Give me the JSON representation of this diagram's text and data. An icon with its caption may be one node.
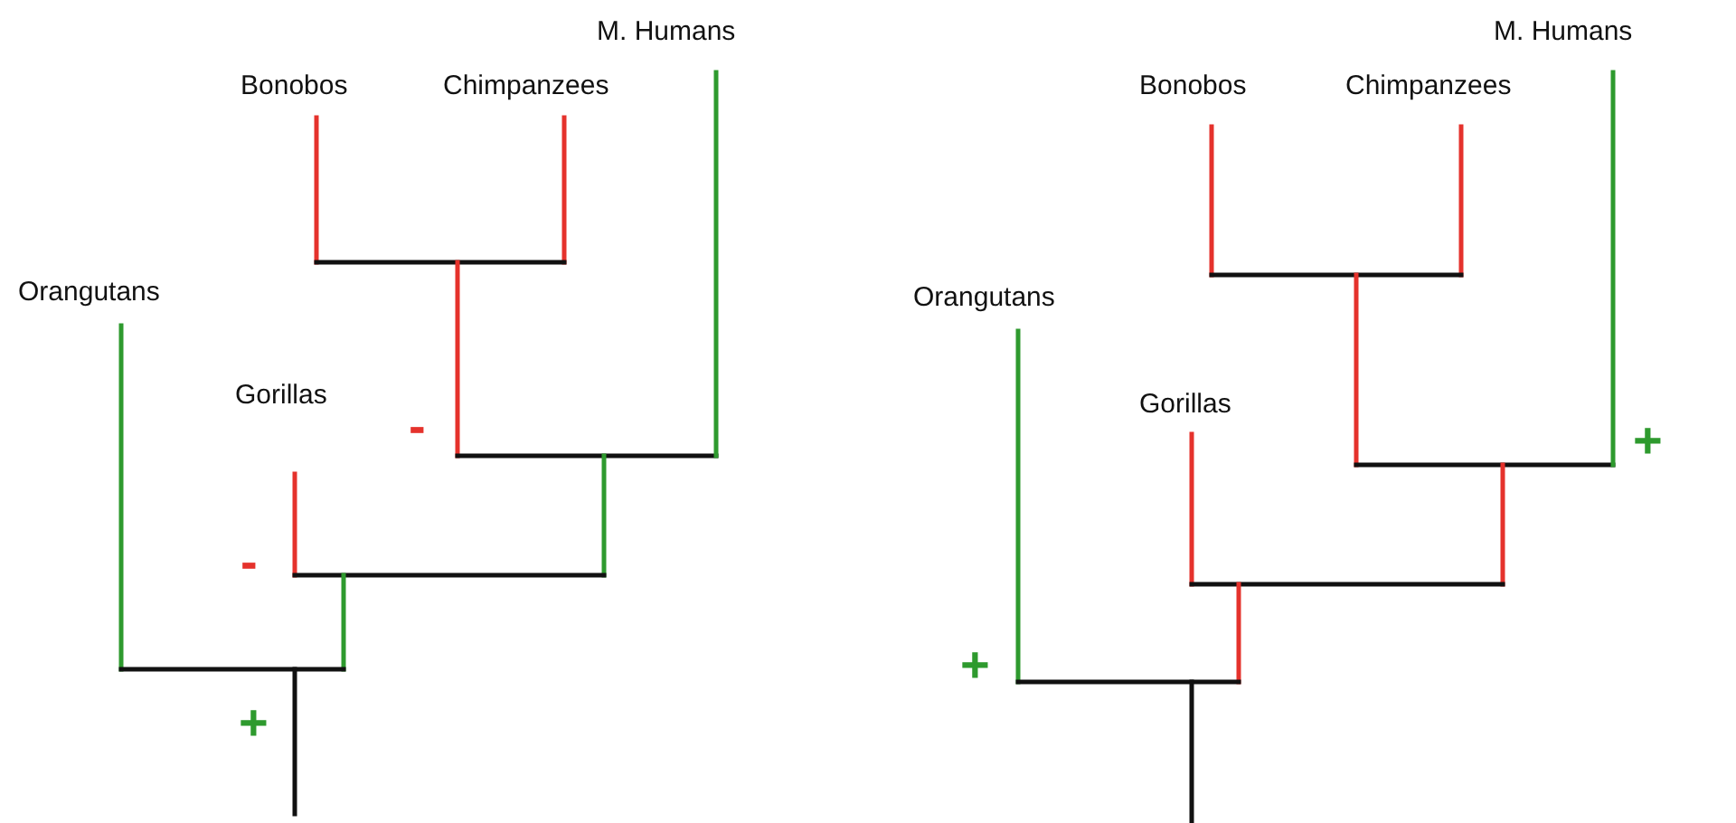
{
  "diagram": {
    "labels": [
      "M. Humans",
      "Bonobos",
      "Chimpanzees",
      "Orangutans",
      "Gorillas",
      "-",
      "-",
      "+",
      "M. Humans",
      "Bonobos",
      "Chimpanzees",
      "Orangutans",
      "Gorillas",
      "+",
      "+"
    ]
  }
}
